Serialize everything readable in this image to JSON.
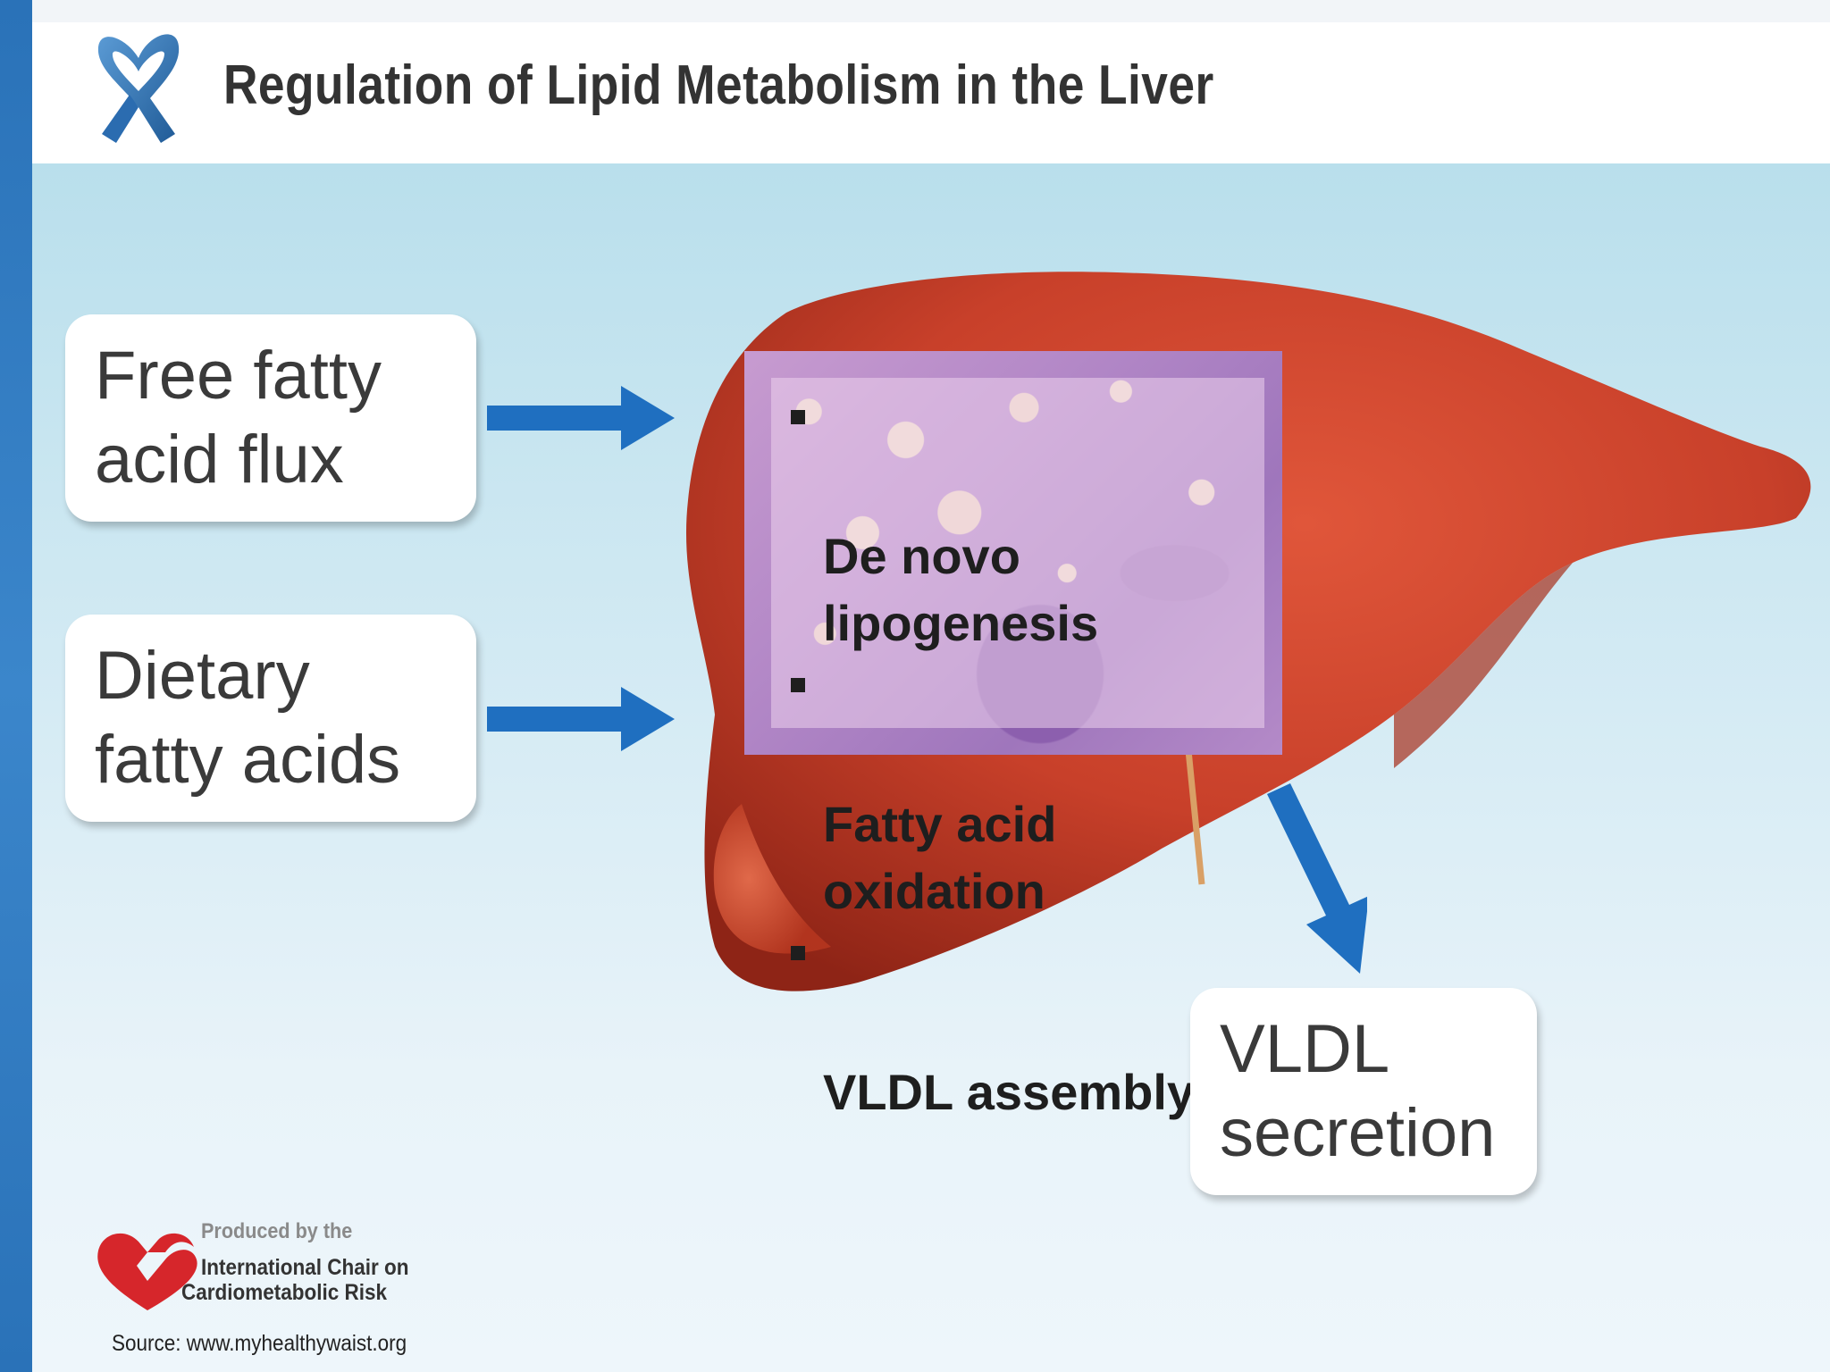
{
  "slide": {
    "title": "Regulation of Lipid Metabolism in the Liver",
    "accent_color": "#2e7bc4",
    "arrow_color": "#1f6fc0",
    "liver_color": "#c8402a"
  },
  "inputs": [
    {
      "label": "Free fatty\nacid flux"
    },
    {
      "label": "Dietary\nfatty acids"
    }
  ],
  "liver_processes": [
    {
      "text": "De novo\nlipogenesis"
    },
    {
      "text": "Fatty acid\noxidation"
    },
    {
      "text": "VLDL assembly"
    }
  ],
  "output": {
    "label": "VLDL\nsecretion"
  },
  "footer": {
    "produced_by": "Produced by the",
    "org_line1": "International Chair on",
    "org_line2": "Cardiometabolic Risk",
    "source": "Source: www.myhealthywaist.org"
  },
  "icons": [
    "awareness-ribbon-icon",
    "heart-logo-icon"
  ]
}
